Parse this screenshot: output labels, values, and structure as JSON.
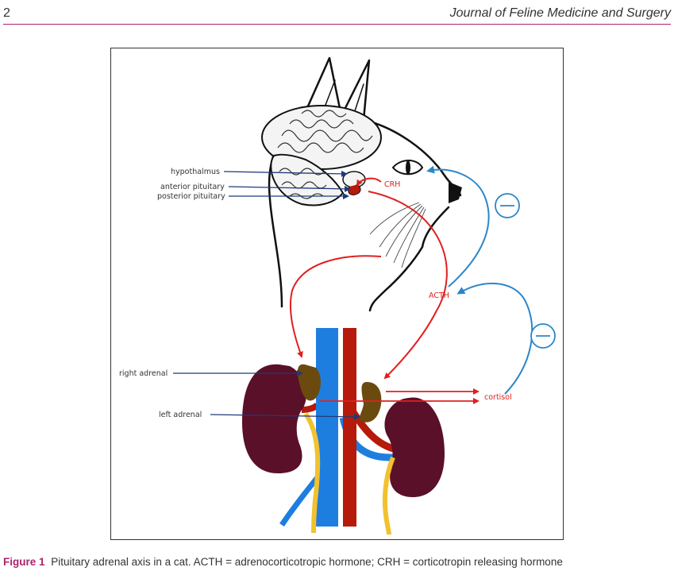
{
  "header": {
    "page_number": "2",
    "journal_title": "Journal of Feline Medicine and Surgery"
  },
  "figure": {
    "labels": {
      "hypothalmus": "hypothalmus",
      "anterior_pituitary": "anterior pituitary",
      "posterior_pituitary": "posterior pituitary",
      "right_adrenal": "right adrenal",
      "left_adrenal": "left adrenal",
      "crh": "CRH",
      "acth": "ACTH",
      "cortisol": "cortisol"
    },
    "colors": {
      "hormone_arrow": "#e02020",
      "feedback_arrow": "#2b86c8",
      "pointer_arrow": "#1f3a7a",
      "kidney": "#5a1028",
      "adrenal": "#6b4a10",
      "vena_cava": "#1e7ee0",
      "aorta": "#b51a0a",
      "ureter": "#f2c12e"
    }
  },
  "caption": {
    "label": "Figure 1",
    "text": "Pituitary adrenal axis in a cat. ACTH = adrenocorticotropic hormone; CRH = corticotropin releasing hormone"
  }
}
